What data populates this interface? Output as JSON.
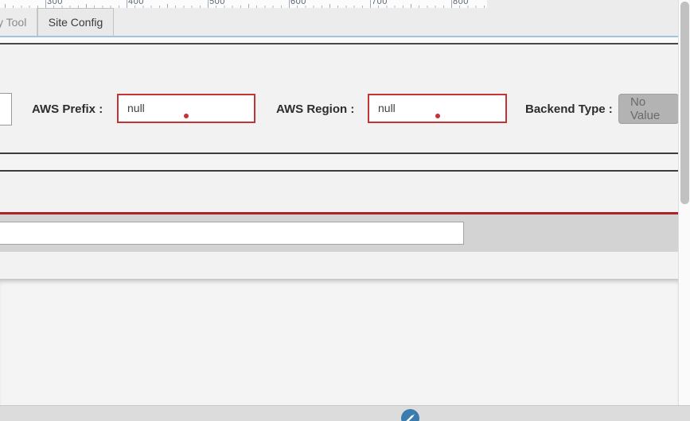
{
  "ruler": {
    "marks": [
      "300",
      "400",
      "500",
      "600",
      "700",
      "800"
    ]
  },
  "tabs": {
    "query_tool": "y Tool",
    "site_config": "Site Config"
  },
  "form": {
    "aws_prefix": {
      "label": "AWS Prefix :",
      "value": "null"
    },
    "aws_region": {
      "label": "AWS Region :",
      "value": "null"
    },
    "backend_type": {
      "label": "Backend Type :",
      "value": "No Value"
    }
  },
  "inputs": {
    "left_partial_value": "",
    "bottom_wide_value": ""
  },
  "icons": {
    "action_button": "pencil-icon",
    "error_indicator": "error-dot-icon"
  },
  "colors": {
    "accent_line": "#9fc6dc",
    "error_border": "#c23535",
    "error_dot": "#cb2f2f",
    "red_divider": "#b12025",
    "dark_divider": "#474747",
    "disabled_box_bg": "#b3b3b3",
    "disabled_text": "#6a6a6a",
    "action_button_bg": "#3a7cad"
  }
}
